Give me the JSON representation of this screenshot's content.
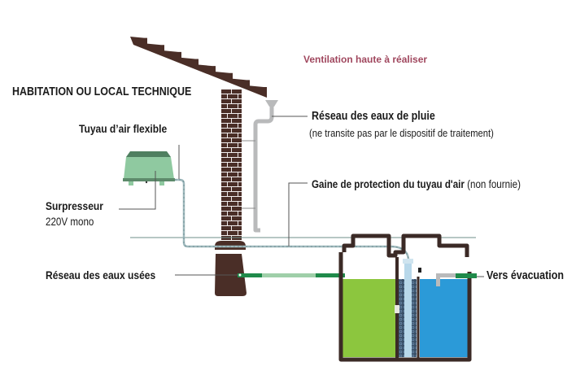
{
  "title": "Schéma d'installation d'une micro-station d'épuration",
  "labels": {
    "ventilation": "Ventilation haute à réaliser",
    "habitation": "HABITATION OU LOCAL TECHNIQUE",
    "tuyau_air": "Tuyau d’air flexible",
    "surpresseur": "Surpresseur",
    "surpresseur_spec": "220V mono",
    "eaux_pluie": "Réseau des eaux de pluie",
    "eaux_pluie_note": "(ne transite pas par le dispositif de traitement)",
    "gaine": "Gaine de protection du tuyau d'air",
    "gaine_note": " (non fournie)",
    "eaux_usees": "Réseau des eaux usées",
    "evacuation": "Vers évacuation"
  },
  "colors": {
    "roof": "#4a2e27",
    "brick": "#4a2e27",
    "mortar": "#f2eeee",
    "gutter": "#b9babb",
    "ground_line": "#6f8f8a",
    "air_hose": "#9fb9bd",
    "surpresseur_body": "#8fc9a0",
    "surpresseur_top": "#4f7f60",
    "pipe_dark": "#1f8a4a",
    "pipe_light": "#9fcfa9",
    "tank_wall": "#3b2a26",
    "tank_green": "#8cc63e",
    "tank_blue": "#2b9ad8",
    "filter": "#3a5068",
    "ventilation_text": "#a0475e"
  }
}
